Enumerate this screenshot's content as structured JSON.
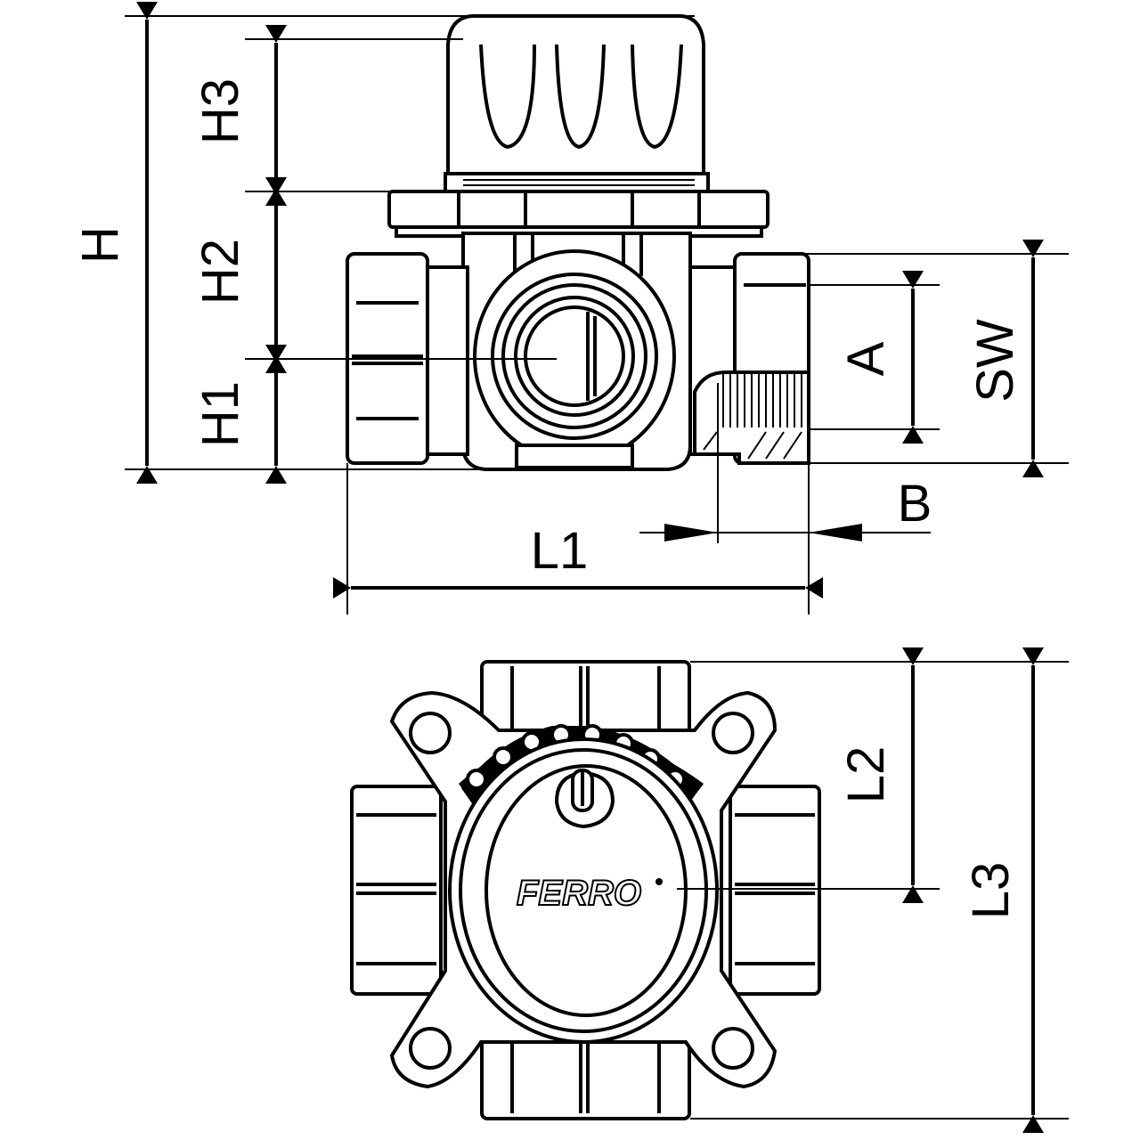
{
  "title": "FERRO mixing valve dimension drawing",
  "logo": "FERRO",
  "colors": {
    "line": "#000000",
    "background": "#ffffff"
  },
  "dimensions": {
    "side_view": [
      "H",
      "H3",
      "H2",
      "H1",
      "A",
      "SW",
      "B",
      "L1"
    ],
    "top_view": [
      "L2",
      "L3"
    ]
  },
  "labels": {
    "H": "H",
    "H3": "H3",
    "H2": "H2",
    "H1": "H1",
    "A": "A",
    "SW": "SW",
    "B": "B",
    "L1": "L1",
    "L2": "L2",
    "L3": "L3"
  }
}
